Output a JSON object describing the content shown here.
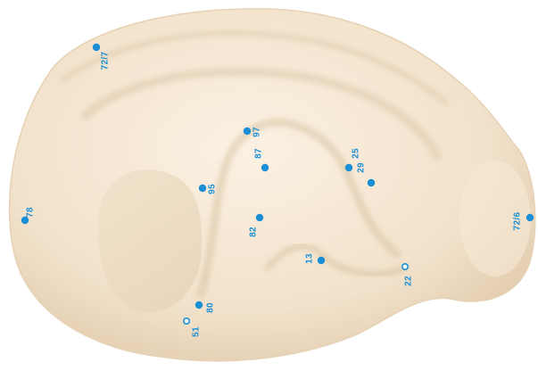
{
  "colors": {
    "point": "#1a8fd6",
    "skin": "#f4e6d2",
    "skin_shadow": "#d9c4a6",
    "background": "#ffffff"
  },
  "points": [
    {
      "id": "p72-7",
      "label": "72/7",
      "style": "filled"
    },
    {
      "id": "p78",
      "label": "78",
      "style": "filled"
    },
    {
      "id": "p97",
      "label": "97",
      "style": "filled"
    },
    {
      "id": "p87",
      "label": "87",
      "style": "filled"
    },
    {
      "id": "p95",
      "label": "95",
      "style": "filled"
    },
    {
      "id": "p25",
      "label": "25",
      "style": "filled"
    },
    {
      "id": "p29",
      "label": "29",
      "style": "filled"
    },
    {
      "id": "p82",
      "label": "82",
      "style": "filled"
    },
    {
      "id": "p13",
      "label": "13",
      "style": "filled"
    },
    {
      "id": "p22",
      "label": "22",
      "style": "open"
    },
    {
      "id": "p72-6",
      "label": "72/6",
      "style": "filled"
    },
    {
      "id": "p80",
      "label": "80",
      "style": "filled"
    },
    {
      "id": "p51",
      "label": "51",
      "style": "open"
    }
  ]
}
